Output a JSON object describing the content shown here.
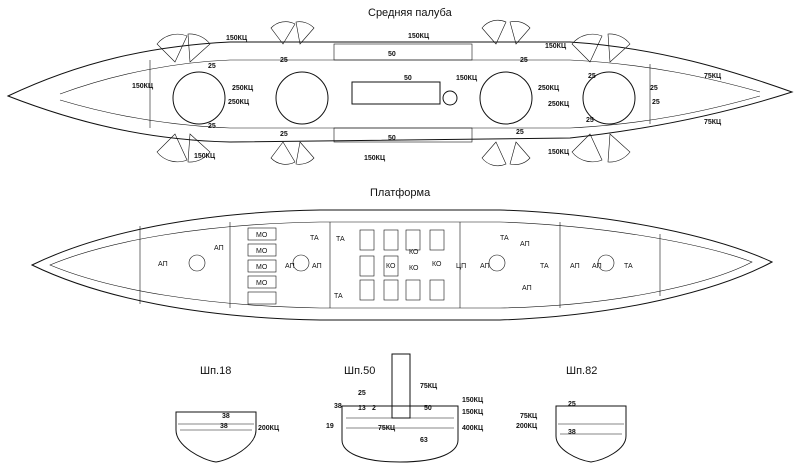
{
  "titles": {
    "middle_deck": "Средняя палуба",
    "platform": "Платформа",
    "frame_18": "Шп.18",
    "frame_50": "Шп.50",
    "frame_82": "Шп.82"
  },
  "middle_deck_labels": [
    "150КЦ",
    "150КЦ",
    "150КЦ",
    "150КЦ",
    "150КЦ",
    "150КЦ",
    "150КЦ",
    "150КЦ",
    "250КЦ",
    "250КЦ",
    "250КЦ",
    "250КЦ",
    "75КЦ",
    "75КЦ",
    "25",
    "25",
    "25",
    "25",
    "25",
    "25",
    "25",
    "25",
    "25",
    "25",
    "50",
    "50",
    "50"
  ],
  "platform_compartments": [
    "АП",
    "АП",
    "МО",
    "МО",
    "МО",
    "МО",
    "АП",
    "АП",
    "ТА",
    "ТА",
    "КО",
    "КО",
    "КО",
    "КО",
    "ЦП",
    "АП",
    "АП",
    "АП",
    "ТА",
    "ТА",
    "АП",
    "АП",
    "ТА",
    "ТА"
  ],
  "sections": {
    "s18": [
      "38",
      "38",
      "200КЦ"
    ],
    "s50": [
      "25",
      "75КЦ",
      "38",
      "13",
      "2",
      "50",
      "150КЦ",
      "150КЦ",
      "400КЦ",
      "19",
      "75КЦ",
      "63"
    ],
    "s82": [
      "25",
      "75КЦ",
      "200КЦ",
      "38"
    ]
  }
}
